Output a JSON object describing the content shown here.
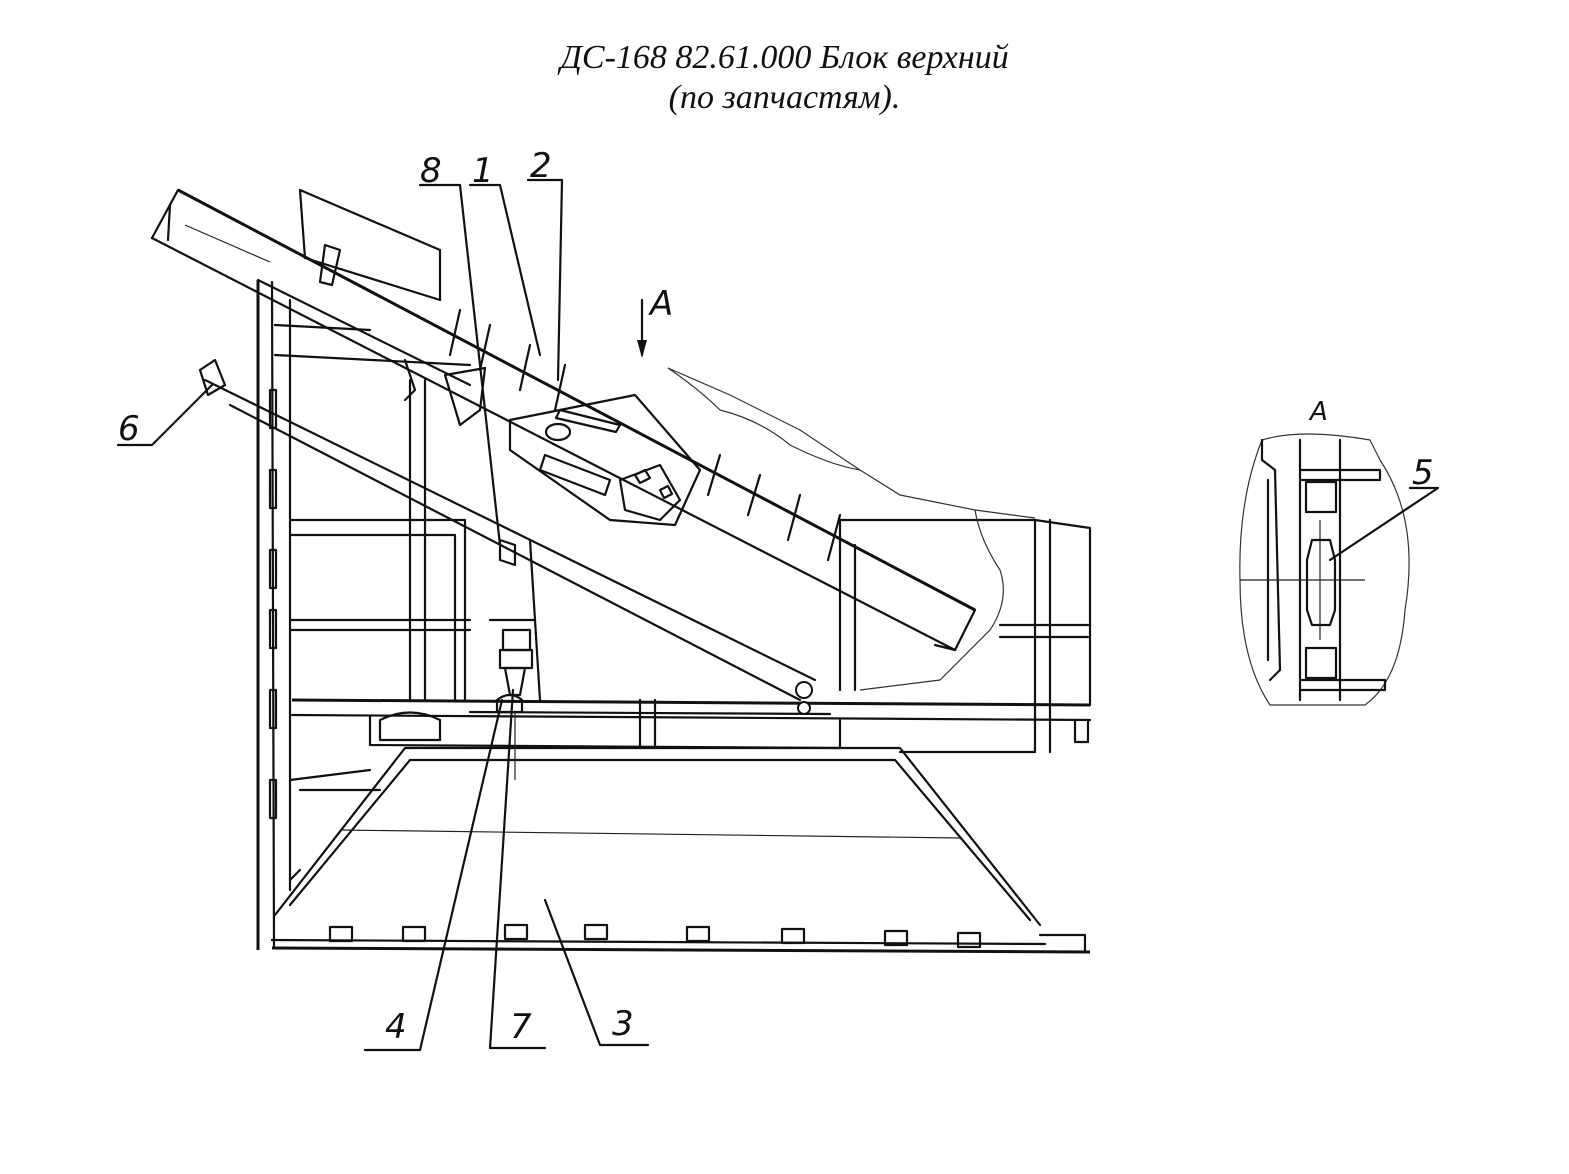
{
  "title": {
    "line1": "ДС-168 82.61.000 Блок верхний",
    "line2": "(по запчастям)."
  },
  "view_marker": "A",
  "detail_view_label": "A",
  "callouts": [
    "1",
    "2",
    "3",
    "4",
    "5",
    "6",
    "7",
    "8"
  ]
}
